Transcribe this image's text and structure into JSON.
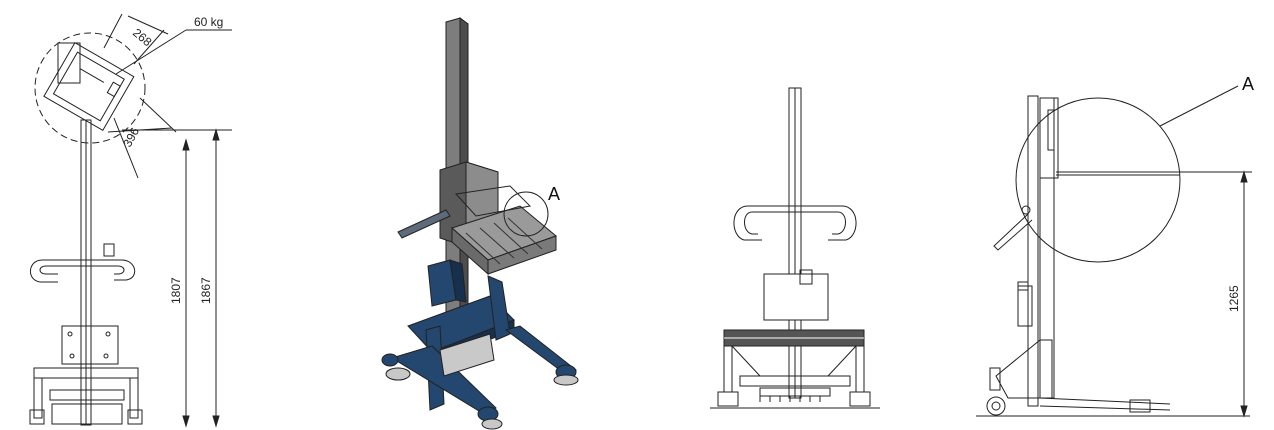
{
  "view1": {
    "load": "60 kg",
    "dim_268": "268",
    "dim_396": "396",
    "dim_1807": "1807",
    "dim_1867": "1867"
  },
  "view2": {
    "detail": "A"
  },
  "view4": {
    "detail": "A",
    "dim_1265": "1265"
  },
  "colors": {
    "frame_blue": "#23476e",
    "steel_grey": "#8a8a8a",
    "dark_grey": "#4a4a4a",
    "line": "#222222"
  }
}
